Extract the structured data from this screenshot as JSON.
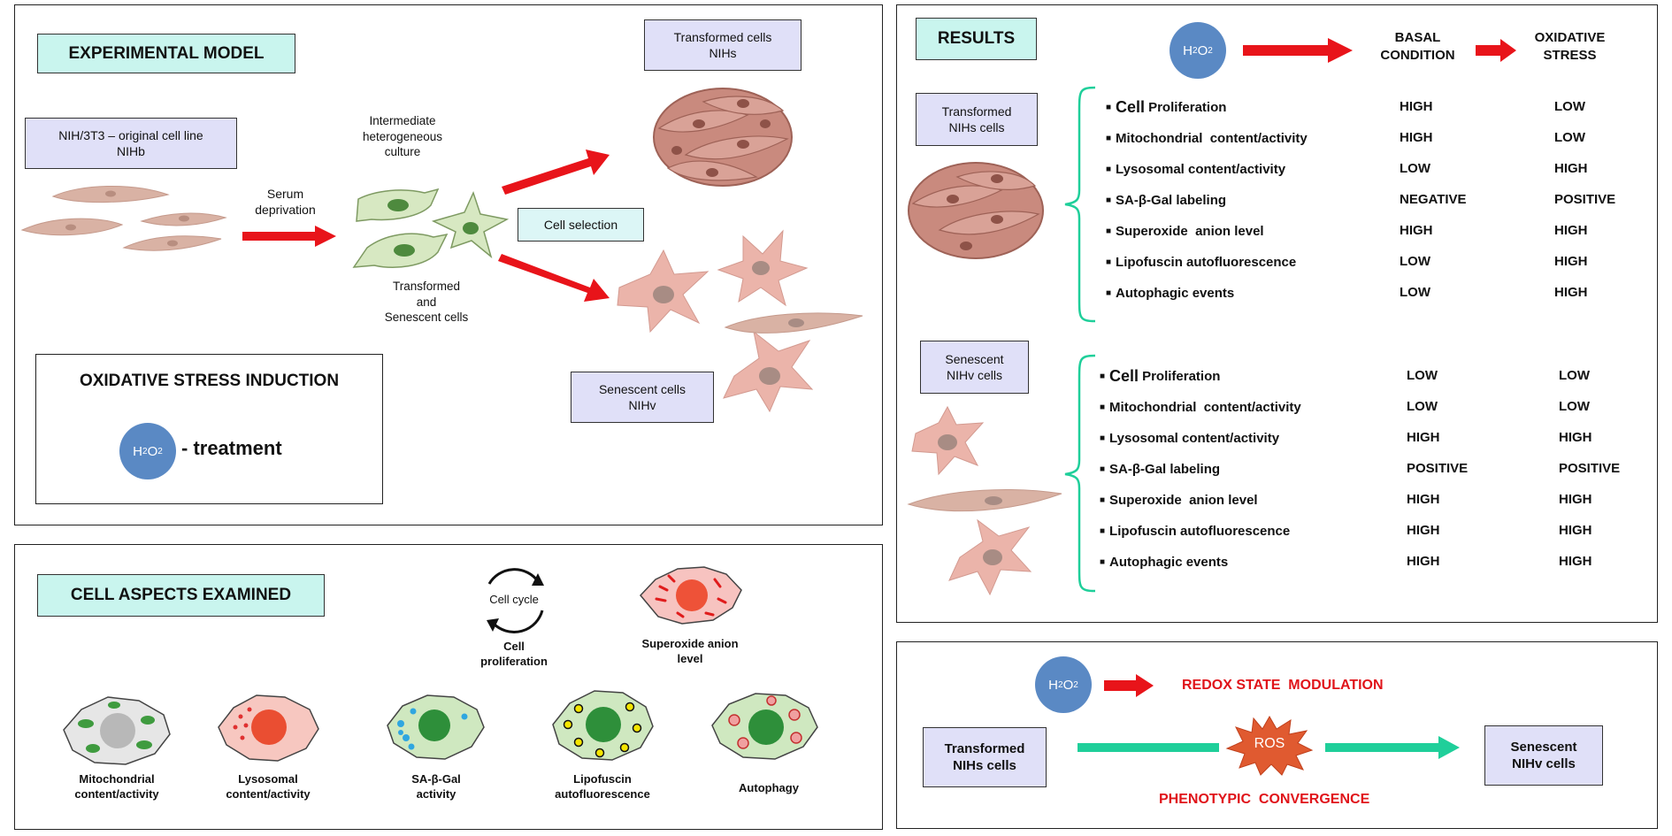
{
  "experimental_model": {
    "title": "EXPERIMENTAL MODEL",
    "original_line": [
      "NIH/3T3 – original cell line",
      "NIHb"
    ],
    "serum": [
      "Serum",
      "deprivation"
    ],
    "intermediate": [
      "Intermediate",
      "heterogeneous",
      "culture"
    ],
    "transformed_senescent": [
      "Transformed",
      "and",
      "Senescent cells"
    ],
    "cell_selection": "Cell selection",
    "transformed_label": [
      "Transformed cells",
      "NIHs"
    ],
    "senescent_label": [
      "Senescent cells",
      "NIHv"
    ],
    "oxidative": {
      "title": "OXIDATIVE STRESS INDUCTION",
      "h2o2": "H2O2",
      "treatment": "- treatment"
    }
  },
  "aspects": {
    "title": "CELL ASPECTS EXAMINED",
    "cell_cycle": "Cell cycle",
    "items": [
      {
        "label": [
          "Cell",
          "proliferation"
        ]
      },
      {
        "label": [
          "Superoxide anion",
          "level"
        ]
      },
      {
        "label": [
          "Mitochondrial",
          "content/activity"
        ]
      },
      {
        "label": [
          "Lysosomal",
          "content/activity"
        ]
      },
      {
        "label": [
          "SA-β-Gal",
          "activity"
        ]
      },
      {
        "label": [
          "Lipofuscin",
          "autofluorescence"
        ]
      },
      {
        "label": [
          "Autophagy"
        ]
      }
    ]
  },
  "results": {
    "title": "RESULTS",
    "h2o2": "H2O2",
    "col_basal": [
      "BASAL",
      "CONDITION"
    ],
    "col_oxidative": [
      "OXIDATIVE",
      "STRESS"
    ],
    "groups": [
      {
        "label": [
          "Transformed",
          "NIHs cells"
        ],
        "rows": [
          {
            "first": "Cell",
            "rest": "Proliferation",
            "basal": "HIGH",
            "oxidative": "LOW"
          },
          {
            "first": "",
            "rest": "Mitochondrial  content/activity",
            "basal": "HIGH",
            "oxidative": "LOW"
          },
          {
            "first": "",
            "rest": "Lysosomal content/activity",
            "basal": "LOW",
            "oxidative": "HIGH"
          },
          {
            "first": "",
            "rest": "SA-β-Gal labeling",
            "basal": "NEGATIVE",
            "oxidative": "POSITIVE"
          },
          {
            "first": "",
            "rest": "Superoxide  anion level",
            "basal": "HIGH",
            "oxidative": "HIGH"
          },
          {
            "first": "",
            "rest": "Lipofuscin autofluorescence",
            "basal": "LOW",
            "oxidative": "HIGH"
          },
          {
            "first": "",
            "rest": "Autophagic events",
            "basal": "LOW",
            "oxidative": "HIGH"
          }
        ]
      },
      {
        "label": [
          "Senescent",
          "NIHv cells"
        ],
        "rows": [
          {
            "first": "Cell",
            "rest": "Proliferation",
            "basal": "LOW",
            "oxidative": "LOW"
          },
          {
            "first": "",
            "rest": "Mitochondrial  content/activity",
            "basal": "LOW",
            "oxidative": "LOW"
          },
          {
            "first": "",
            "rest": "Lysosomal content/activity",
            "basal": "HIGH",
            "oxidative": "HIGH"
          },
          {
            "first": "",
            "rest": "SA-β-Gal labeling",
            "basal": "POSITIVE",
            "oxidative": "POSITIVE"
          },
          {
            "first": "",
            "rest": "Superoxide  anion level",
            "basal": "HIGH",
            "oxidative": "HIGH"
          },
          {
            "first": "",
            "rest": "Lipofuscin autofluorescence",
            "basal": "HIGH",
            "oxidative": "HIGH"
          },
          {
            "first": "",
            "rest": "Autophagic events",
            "basal": "HIGH",
            "oxidative": "HIGH"
          }
        ]
      }
    ]
  },
  "summary": {
    "h2o2": "H2O2",
    "redox": "REDOX STATE  MODULATION",
    "transformed": [
      "Transformed",
      "NIHs cells"
    ],
    "ros": "ROS",
    "senescent": [
      "Senescent",
      "NIHv cells"
    ],
    "convergence": "PHENOTYPIC  CONVERGENCE"
  },
  "colors": {
    "header_bg": "#c9f5ee",
    "label_bg": "#e0e0f8",
    "arrow_red": "#e8141a",
    "arrow_green": "#1fcf9a",
    "h2o2_blue": "#5a89c4"
  }
}
